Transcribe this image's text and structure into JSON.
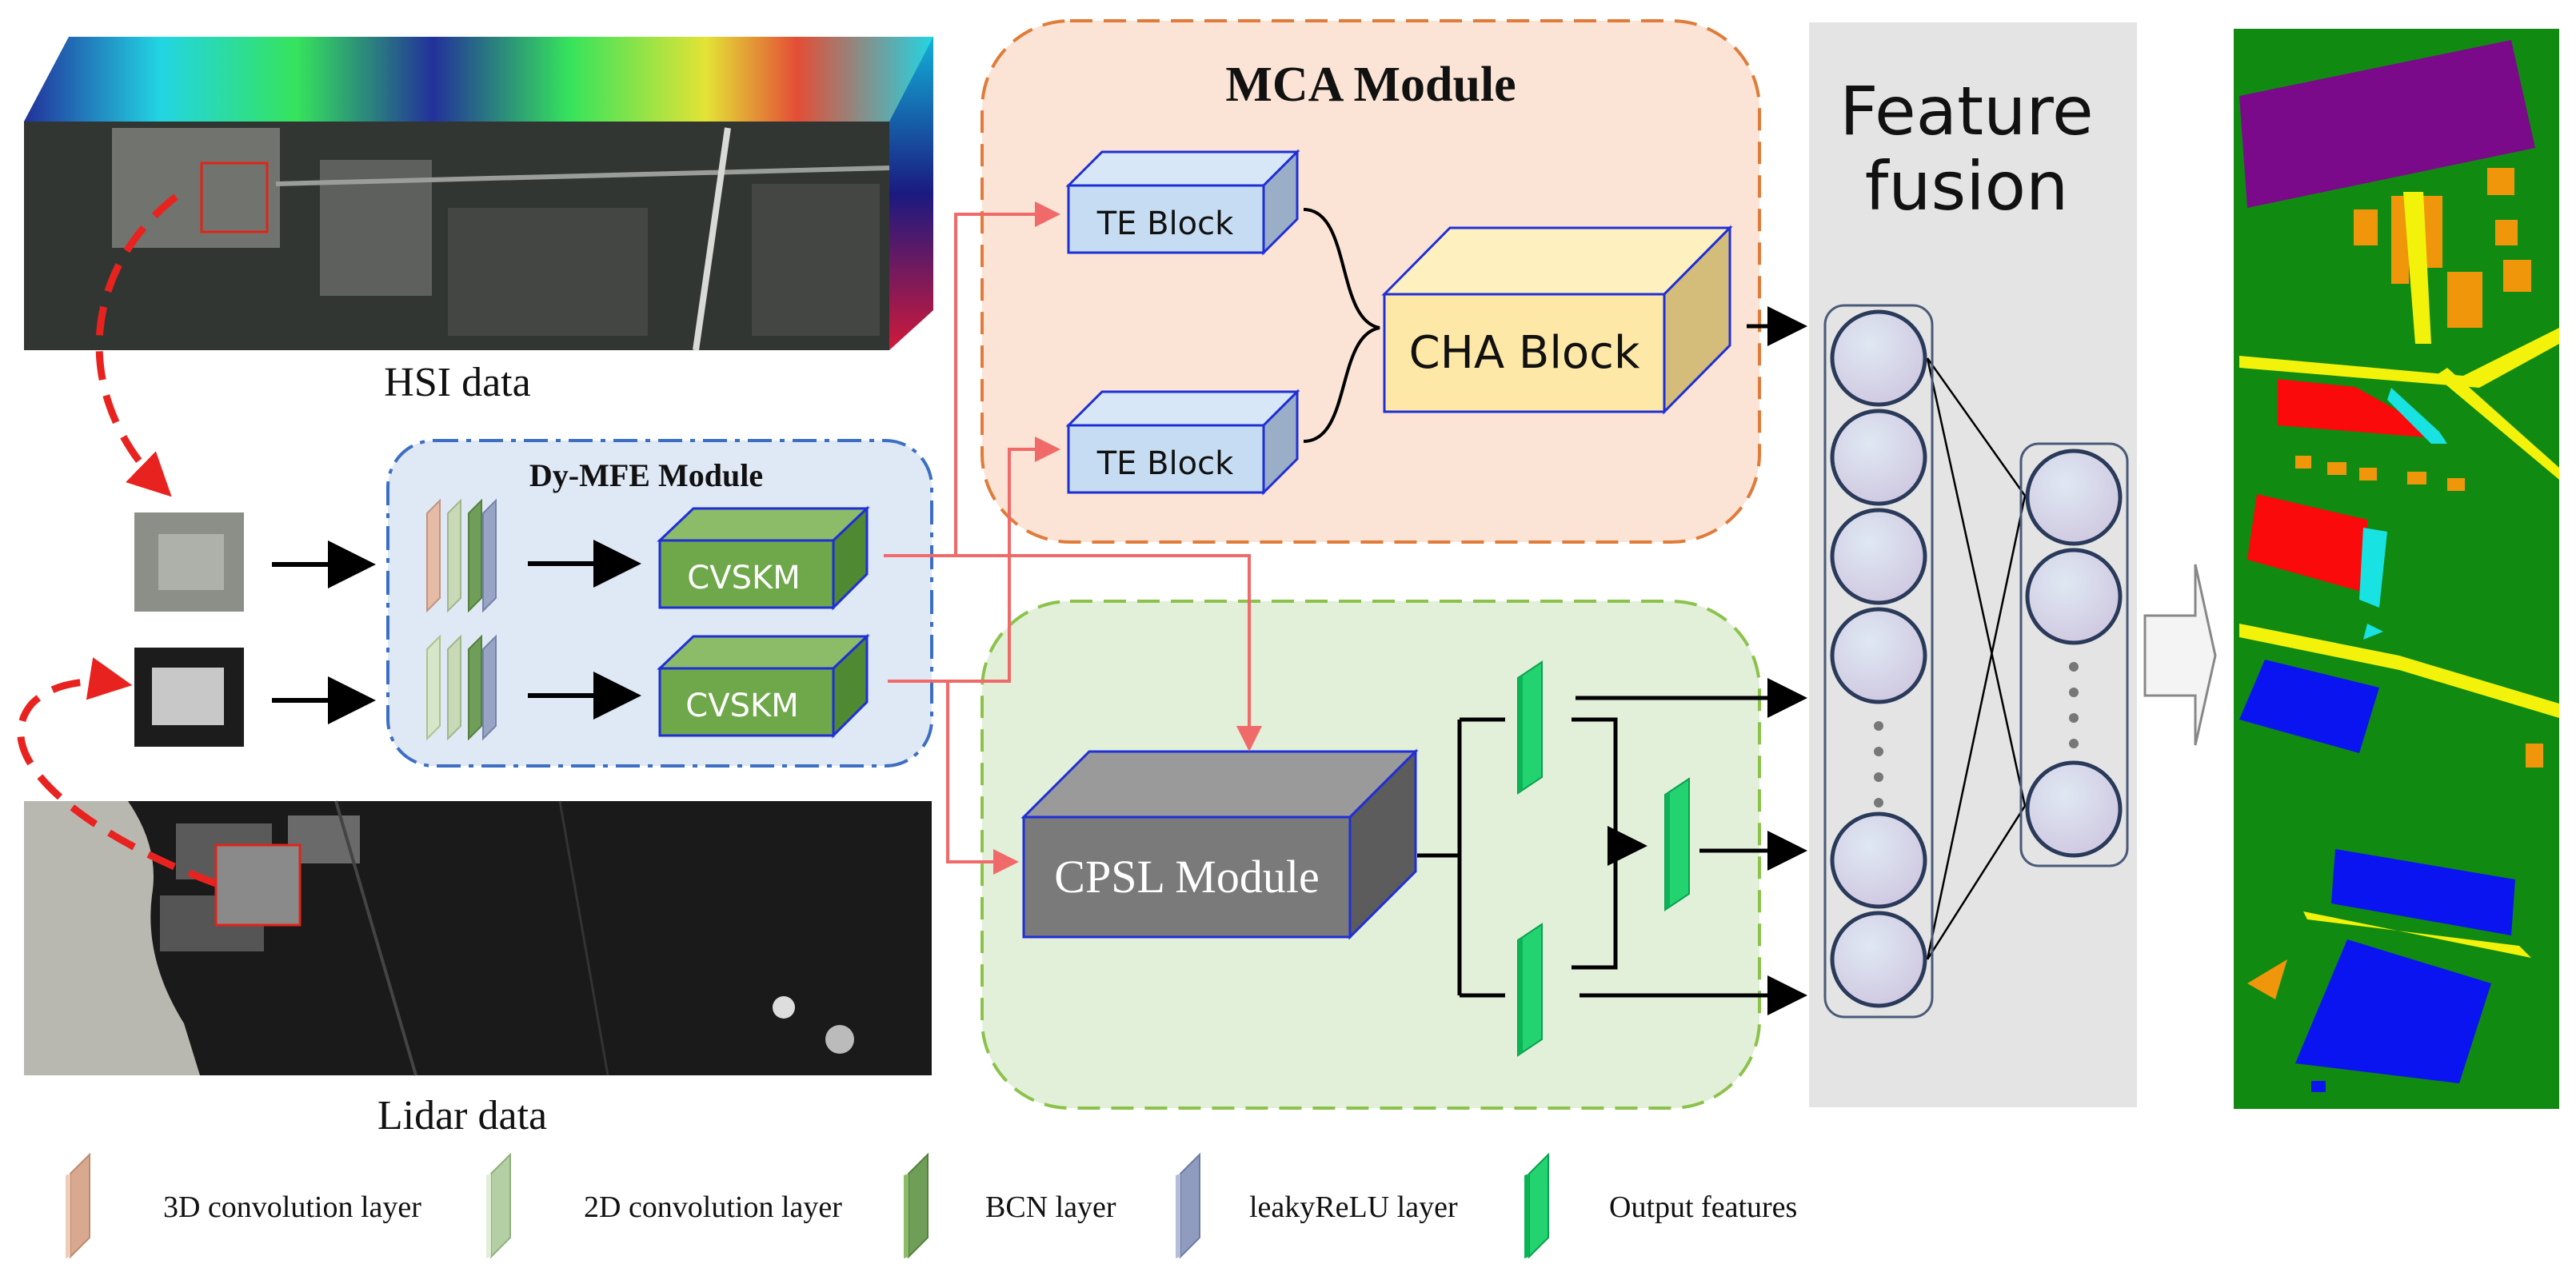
{
  "inputs": {
    "hsi_caption": "HSI data",
    "lidar_caption": "Lidar data"
  },
  "dy_mfe": {
    "title": "Dy-MFE Module",
    "cvskm_top": "CVSKM",
    "cvskm_bottom": "CVSKM"
  },
  "mca": {
    "title": "MCA Module",
    "te_top": "TE Block",
    "te_bottom": "TE Block",
    "cha": "CHA Block"
  },
  "cpsl": {
    "label": "CPSL Module"
  },
  "fusion": {
    "title_line1": "Feature",
    "title_line2": "fusion"
  },
  "legend": {
    "items": [
      {
        "label": "3D convolution layer",
        "color": "#d9a98f"
      },
      {
        "label": "2D convolution layer",
        "color": "#b5cfa4"
      },
      {
        "label": "BCN layer",
        "color": "#6e9e57"
      },
      {
        "label": "leakyReLU layer",
        "color": "#8f9cc0"
      },
      {
        "label": "Output features",
        "color": "#22d36f"
      }
    ]
  },
  "colors": {
    "mca_bg": "#fbe4d5",
    "mca_border": "#e07b39",
    "dymfe_bg": "#dfe8f5",
    "dymfe_border": "#3c6fc4",
    "cpsl_bg": "#e2efd9",
    "cpsl_border": "#8bc34a",
    "fusion_bg": "#e4e4e4",
    "te_block": "#c5dcf3",
    "cha_block": "#fde8a7",
    "cvskm_block": "#6fa84a",
    "cpsl_block": "#7a7a7a",
    "red_arrow": "#f06a6a",
    "dashed_arrow": "#e8231f",
    "map_background": "#118a11",
    "map_purple": "#7a0a8a",
    "map_yellow": "#f2f20a",
    "map_orange": "#f0960a",
    "map_red": "#fa0a0a",
    "map_cyan": "#18e2e2",
    "map_blue": "#0a14f0"
  }
}
